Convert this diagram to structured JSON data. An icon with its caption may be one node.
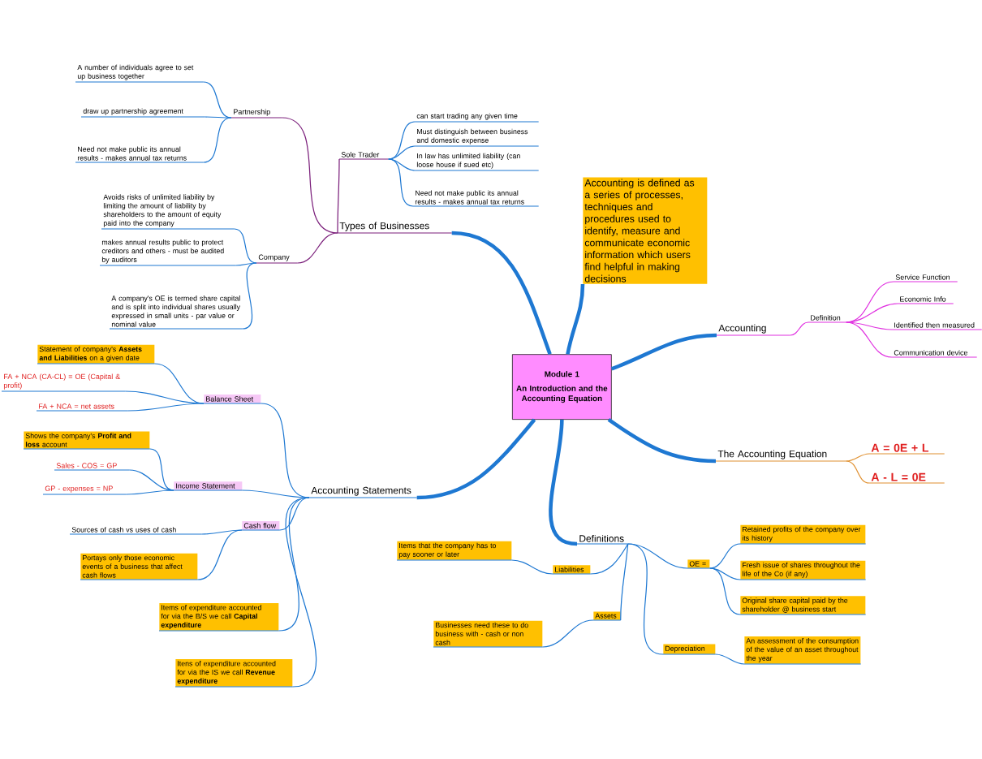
{
  "diagram": {
    "nodes": [
      {
        "text": [
          "Module 1",
          "An Introduction and the Accounting Equation"
        ]
      },
      {
        "text": [
          "Types of Businesses"
        ]
      },
      {
        "text": [
          "Sole Trader"
        ]
      },
      {
        "text": [
          "can start trading any given time"
        ]
      },
      {
        "text": [
          "Must distinguish between business and domestic expense"
        ]
      },
      {
        "text": [
          "In law has unlimited liability (can loose house if sued etc)"
        ]
      },
      {
        "text": [
          "Need not make public its annual results - makes annual tax returns"
        ]
      },
      {
        "text": [
          "Partnership"
        ]
      },
      {
        "text": [
          "A number of individuals agree to set up business together"
        ]
      },
      {
        "text": [
          "draw up partnership agreement"
        ]
      },
      {
        "text": [
          "Need not make public its annual results - makes annual tax returns"
        ]
      },
      {
        "text": [
          "Company"
        ]
      },
      {
        "text": [
          "Avoids risks of unlimited liability by limiting the amount of liability by shareholders to the amount of equity paid into the company"
        ]
      },
      {
        "text": [
          "makes annual results public to protect creditors and others - must be audited by auditors"
        ]
      },
      {
        "text": [
          "A company's OE is termed share capital and is split into individual shares usually expressed in small units - par value or nominal value"
        ]
      },
      {
        "text": [
          "Accounting is defined as a series of processes, techniques and procedures used to identify, measure and communicate economic information which users find helpful in making decisions"
        ]
      },
      {
        "text": [
          "Accounting"
        ]
      },
      {
        "text": [
          "Definition"
        ]
      },
      {
        "text": [
          "Service Function"
        ]
      },
      {
        "text": [
          "Economic Info"
        ]
      },
      {
        "text": [
          "Identified then measured"
        ]
      },
      {
        "text": [
          "Communication device"
        ]
      },
      {
        "text": [
          "The Accounting Equation"
        ]
      },
      {
        "text": [
          "A = 0E + L"
        ]
      },
      {
        "text": [
          "A - L = 0E"
        ]
      },
      {
        "text": [
          "Definitions"
        ]
      },
      {
        "text": [
          "Liabilities"
        ]
      },
      {
        "text": [
          "Items that the company has to pay sooner or later"
        ]
      },
      {
        "text": [
          "OE ="
        ]
      },
      {
        "text": [
          "Retained profits of the company over its history"
        ]
      },
      {
        "text": [
          "Fresh issue of shares throughout the life of the Co (if any)"
        ]
      },
      {
        "text": [
          "Original share capital paid by the shareholder @ business start"
        ]
      },
      {
        "text": [
          "Assets"
        ]
      },
      {
        "text": [
          "Businesses need these to do business with - cash or non cash"
        ]
      },
      {
        "text": [
          "Depreciation"
        ]
      },
      {
        "text": [
          "An assessment of the consumption of the value of an asset throughout the year"
        ]
      },
      {
        "text": [
          "Accounting Statements"
        ]
      },
      {
        "text": [
          "Balance Sheet"
        ]
      },
      {
        "text": [
          "Statement of company's **Assets and Liabilities** on a given date"
        ]
      },
      {
        "text": [
          "FA + NCA (CA-CL) = OE (Capital & profit)"
        ]
      },
      {
        "text": [
          "FA + NCA = net assets"
        ]
      },
      {
        "text": [
          "Income Statement"
        ]
      },
      {
        "text": [
          "Shows the company's **Profit and loss** account"
        ]
      },
      {
        "text": [
          "Sales - COS = GP"
        ]
      },
      {
        "text": [
          "GP - expenses = NP"
        ]
      },
      {
        "text": [
          "Cash flow"
        ]
      },
      {
        "text": [
          "Sources of cash vs uses of cash"
        ]
      },
      {
        "text": [
          "Portays only those economic events of a business that affect cash flows"
        ]
      },
      {
        "text": [
          "Items of expenditure accounted for via the B/S we call **Capital expenditure**"
        ]
      },
      {
        "text": [
          "Itens of expenditure accounted for via the IS we call **Revenue expenditure**"
        ]
      }
    ],
    "edges": [
      {
        "from": 0,
        "to": 1,
        "arrow": "none",
        "style": "thick"
      },
      {
        "from": 1,
        "to": 2,
        "arrow": "none",
        "color": "#7b1f7b"
      },
      {
        "from": 2,
        "to": 3,
        "arrow": "none"
      },
      {
        "from": 2,
        "to": 4,
        "arrow": "none"
      },
      {
        "from": 2,
        "to": 5,
        "arrow": "none"
      },
      {
        "from": 2,
        "to": 6,
        "arrow": "none"
      },
      {
        "from": 1,
        "to": 7,
        "arrow": "none",
        "color": "#7b1f7b"
      },
      {
        "from": 7,
        "to": 8,
        "arrow": "none"
      },
      {
        "from": 7,
        "to": 9,
        "arrow": "none"
      },
      {
        "from": 7,
        "to": 10,
        "arrow": "none"
      },
      {
        "from": 1,
        "to": 11,
        "arrow": "none",
        "color": "#7b1f7b"
      },
      {
        "from": 11,
        "to": 12,
        "arrow": "none"
      },
      {
        "from": 11,
        "to": 13,
        "arrow": "none"
      },
      {
        "from": 11,
        "to": 14,
        "arrow": "none"
      },
      {
        "from": 0,
        "to": 15,
        "arrow": "none",
        "style": "thick"
      },
      {
        "from": 0,
        "to": 16,
        "arrow": "none",
        "style": "thick"
      },
      {
        "from": 16,
        "to": 17,
        "arrow": "none",
        "color": "#e030e0"
      },
      {
        "from": 17,
        "to": 18,
        "arrow": "none",
        "color": "#e030e0"
      },
      {
        "from": 17,
        "to": 19,
        "arrow": "none",
        "color": "#e030e0"
      },
      {
        "from": 17,
        "to": 20,
        "arrow": "none",
        "color": "#e030e0"
      },
      {
        "from": 17,
        "to": 21,
        "arrow": "none",
        "color": "#e030e0"
      },
      {
        "from": 0,
        "to": 22,
        "arrow": "none",
        "style": "thick"
      },
      {
        "from": 22,
        "to": 23,
        "arrow": "none",
        "color": "#e09030"
      },
      {
        "from": 22,
        "to": 24,
        "arrow": "none",
        "color": "#e09030"
      },
      {
        "from": 0,
        "to": 25,
        "arrow": "none",
        "style": "thick"
      },
      {
        "from": 25,
        "to": 26,
        "arrow": "none"
      },
      {
        "from": 26,
        "to": 27,
        "arrow": "none"
      },
      {
        "from": 25,
        "to": 28,
        "arrow": "none"
      },
      {
        "from": 28,
        "to": 29,
        "arrow": "none"
      },
      {
        "from": 28,
        "to": 30,
        "arrow": "none"
      },
      {
        "from": 28,
        "to": 31,
        "arrow": "none"
      },
      {
        "from": 25,
        "to": 32,
        "arrow": "none"
      },
      {
        "from": 32,
        "to": 33,
        "arrow": "none"
      },
      {
        "from": 25,
        "to": 34,
        "arrow": "none"
      },
      {
        "from": 34,
        "to": 35,
        "arrow": "none"
      },
      {
        "from": 0,
        "to": 36,
        "arrow": "none",
        "style": "thick"
      },
      {
        "from": 36,
        "to": 37,
        "arrow": "none"
      },
      {
        "from": 37,
        "to": 38,
        "arrow": "none"
      },
      {
        "from": 37,
        "to": 39,
        "arrow": "none"
      },
      {
        "from": 37,
        "to": 40,
        "arrow": "none"
      },
      {
        "from": 36,
        "to": 41,
        "arrow": "none"
      },
      {
        "from": 41,
        "to": 42,
        "arrow": "none"
      },
      {
        "from": 41,
        "to": 43,
        "arrow": "none"
      },
      {
        "from": 41,
        "to": 44,
        "arrow": "none"
      },
      {
        "from": 36,
        "to": 45,
        "arrow": "none"
      },
      {
        "from": 45,
        "to": 46,
        "arrow": "none"
      },
      {
        "from": 45,
        "to": 47,
        "arrow": "none"
      },
      {
        "from": 36,
        "to": 48,
        "arrow": "none"
      },
      {
        "from": 36,
        "to": 49,
        "arrow": "none"
      }
    ]
  }
}
